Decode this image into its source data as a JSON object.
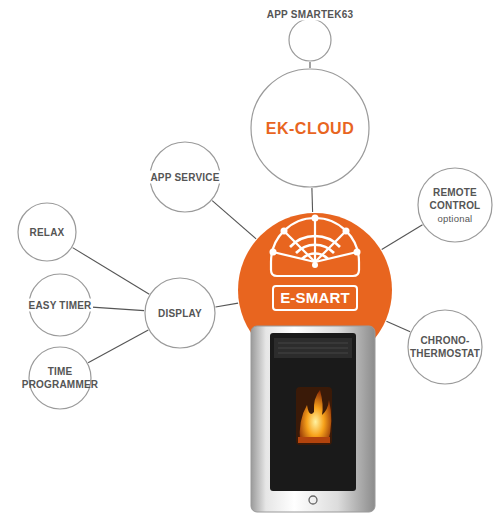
{
  "diagram": {
    "nodes": [
      {
        "text": [
          "APP SMARTEK63"
        ]
      },
      {
        "text": [
          "EK-CLOUD"
        ]
      },
      {
        "text": [
          "APP SERVICE"
        ]
      },
      {
        "text": [
          "REMOTE CONTROL",
          "optional"
        ]
      },
      {
        "text": [
          "RELAX"
        ]
      },
      {
        "text": [
          "E-SMART"
        ]
      },
      {
        "text": [
          "EASY TIMER"
        ]
      },
      {
        "text": [
          "DISPLAY"
        ]
      },
      {
        "text": [
          "CHRONO-THERMOSTAT"
        ]
      },
      {
        "text": [
          "TIME PROGRAMMER"
        ]
      }
    ],
    "edges": [
      {
        "from": 0,
        "to": 1,
        "arrow": "none"
      },
      {
        "from": 1,
        "to": 5,
        "arrow": "none"
      },
      {
        "from": 2,
        "to": 5,
        "arrow": "none"
      },
      {
        "from": 3,
        "to": 5,
        "arrow": "none"
      },
      {
        "from": 7,
        "to": 5,
        "arrow": "none"
      },
      {
        "from": 8,
        "to": 5,
        "arrow": "none"
      },
      {
        "from": 4,
        "to": 7,
        "arrow": "none"
      },
      {
        "from": 6,
        "to": 7,
        "arrow": "none"
      },
      {
        "from": 9,
        "to": 7,
        "arrow": "none"
      }
    ]
  }
}
